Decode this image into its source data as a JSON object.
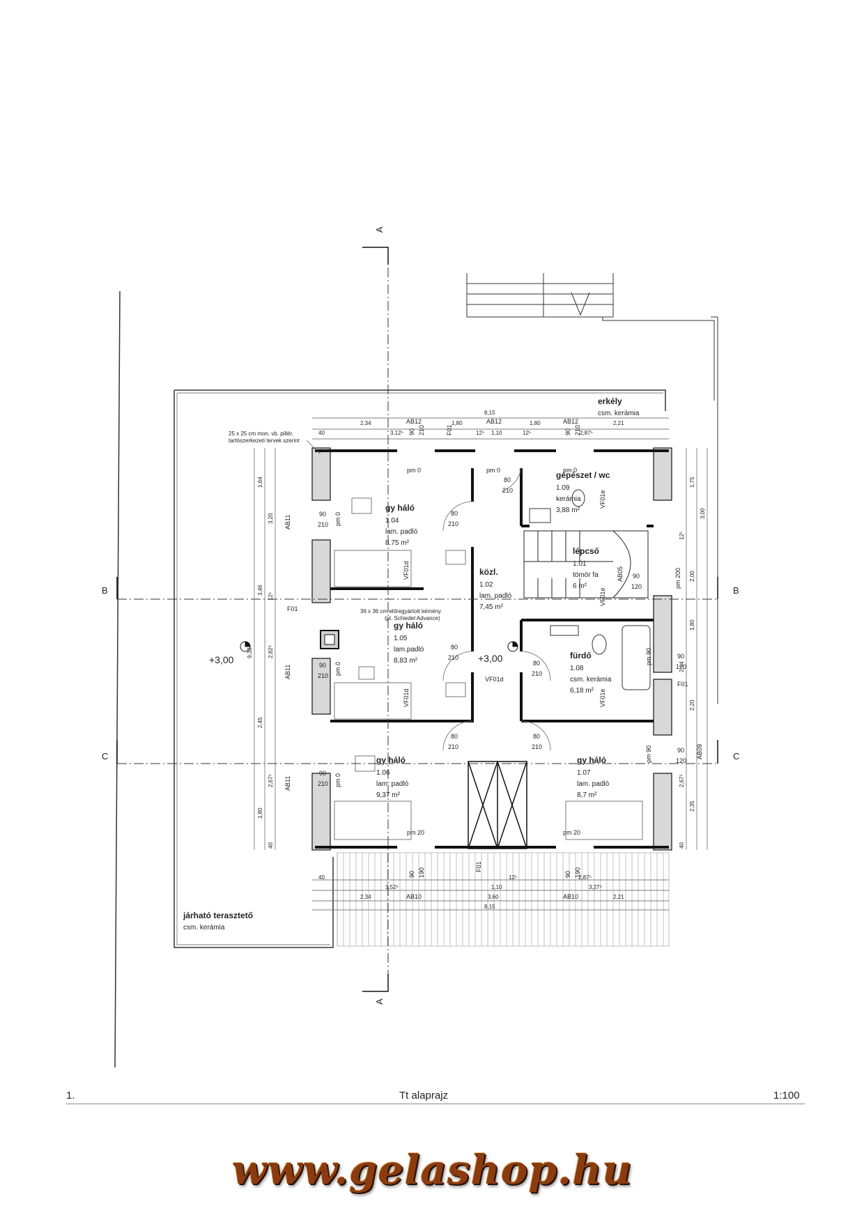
{
  "sheet": {
    "number": "1.",
    "title": "Tt alaprajz",
    "scale": "1:100",
    "watermark": "www.gelashop.hu"
  },
  "sections": {
    "A": "A",
    "B": "B",
    "C": "C"
  },
  "levels": {
    "left": "+3,00",
    "center": "+3,00"
  },
  "areas": {
    "balcony": {
      "name": "erkély",
      "finish": "csm. kerámia"
    },
    "terrace": {
      "name": "járható terasztető",
      "finish": "csm. kerámia"
    }
  },
  "rooms": [
    {
      "name": "gy háló",
      "id": "1.04",
      "floor": "lam. padló",
      "area": "8,75 m²"
    },
    {
      "name": "közl.",
      "id": "1.02",
      "floor": "lam. padló",
      "area": "7,45 m²"
    },
    {
      "name": "gépészet / wc",
      "id": "1.09",
      "floor": "kerámia",
      "area": "3,88 m²"
    },
    {
      "name": "lépcső",
      "id": "1.01",
      "floor": "tömör fa",
      "area": "6 m²"
    },
    {
      "name": "gy háló",
      "id": "1.05",
      "floor": "lam.padló",
      "area": "8,83 m²"
    },
    {
      "name": "fürdő",
      "id": "1.08",
      "floor": "csm. kerámia",
      "area": "6,18 m²"
    },
    {
      "name": "gy háló",
      "id": "1.06",
      "floor": "lam. padló",
      "area": "9,37 m²"
    },
    {
      "name": "gy háló",
      "id": "1.07",
      "floor": "lam. padló",
      "area": "8,7 m²"
    }
  ],
  "notes": {
    "pillar_1": "25 x 25 cm mon. vb. pillér,",
    "pillar_2": "tartószerkezeti tervek szerint",
    "chimney_1": "36 x 36 cm előregyártott kémény",
    "chimney_2": "(pl. Schiedel Advance)"
  },
  "tags": {
    "ab12": "AB12",
    "ab11": "AB11",
    "ab10": "AB10",
    "ab05": "AB05",
    "ab09": "AB09",
    "f01": "F01",
    "vf01d": "VF01d",
    "vf01e": "VF01e",
    "pm0": "pm 0",
    "pm20": "pm 20",
    "pm90": "pm 90",
    "pm200": "pm 200"
  },
  "door_sizes": {
    "w80": "80",
    "w90": "90",
    "h210": "210",
    "h120": "120",
    "h190": "190"
  },
  "dims_top": [
    "2,34",
    "1,80",
    "1,80",
    "2,21",
    "8,15",
    "40",
    "3,12⁵",
    "12⁵",
    "1,10",
    "12⁵",
    "2,87⁵"
  ],
  "dims_bottom": [
    "2,34",
    "3,52⁵",
    "1,10",
    "3,60",
    "2,87⁵",
    "3,27⁵",
    "2,21",
    "8,15",
    "40",
    "12⁵"
  ],
  "dims_left": [
    "1,64",
    "3,20",
    "3,46",
    "9,38",
    "2,82⁵",
    "2,45",
    "2,67⁵",
    "1,80",
    "40",
    "12⁵"
  ],
  "dims_right": [
    "1,75",
    "3,00",
    "2,00",
    "1,80",
    "2,14",
    "2,20",
    "2,67⁵",
    "2,35",
    "40",
    "12⁵"
  ]
}
